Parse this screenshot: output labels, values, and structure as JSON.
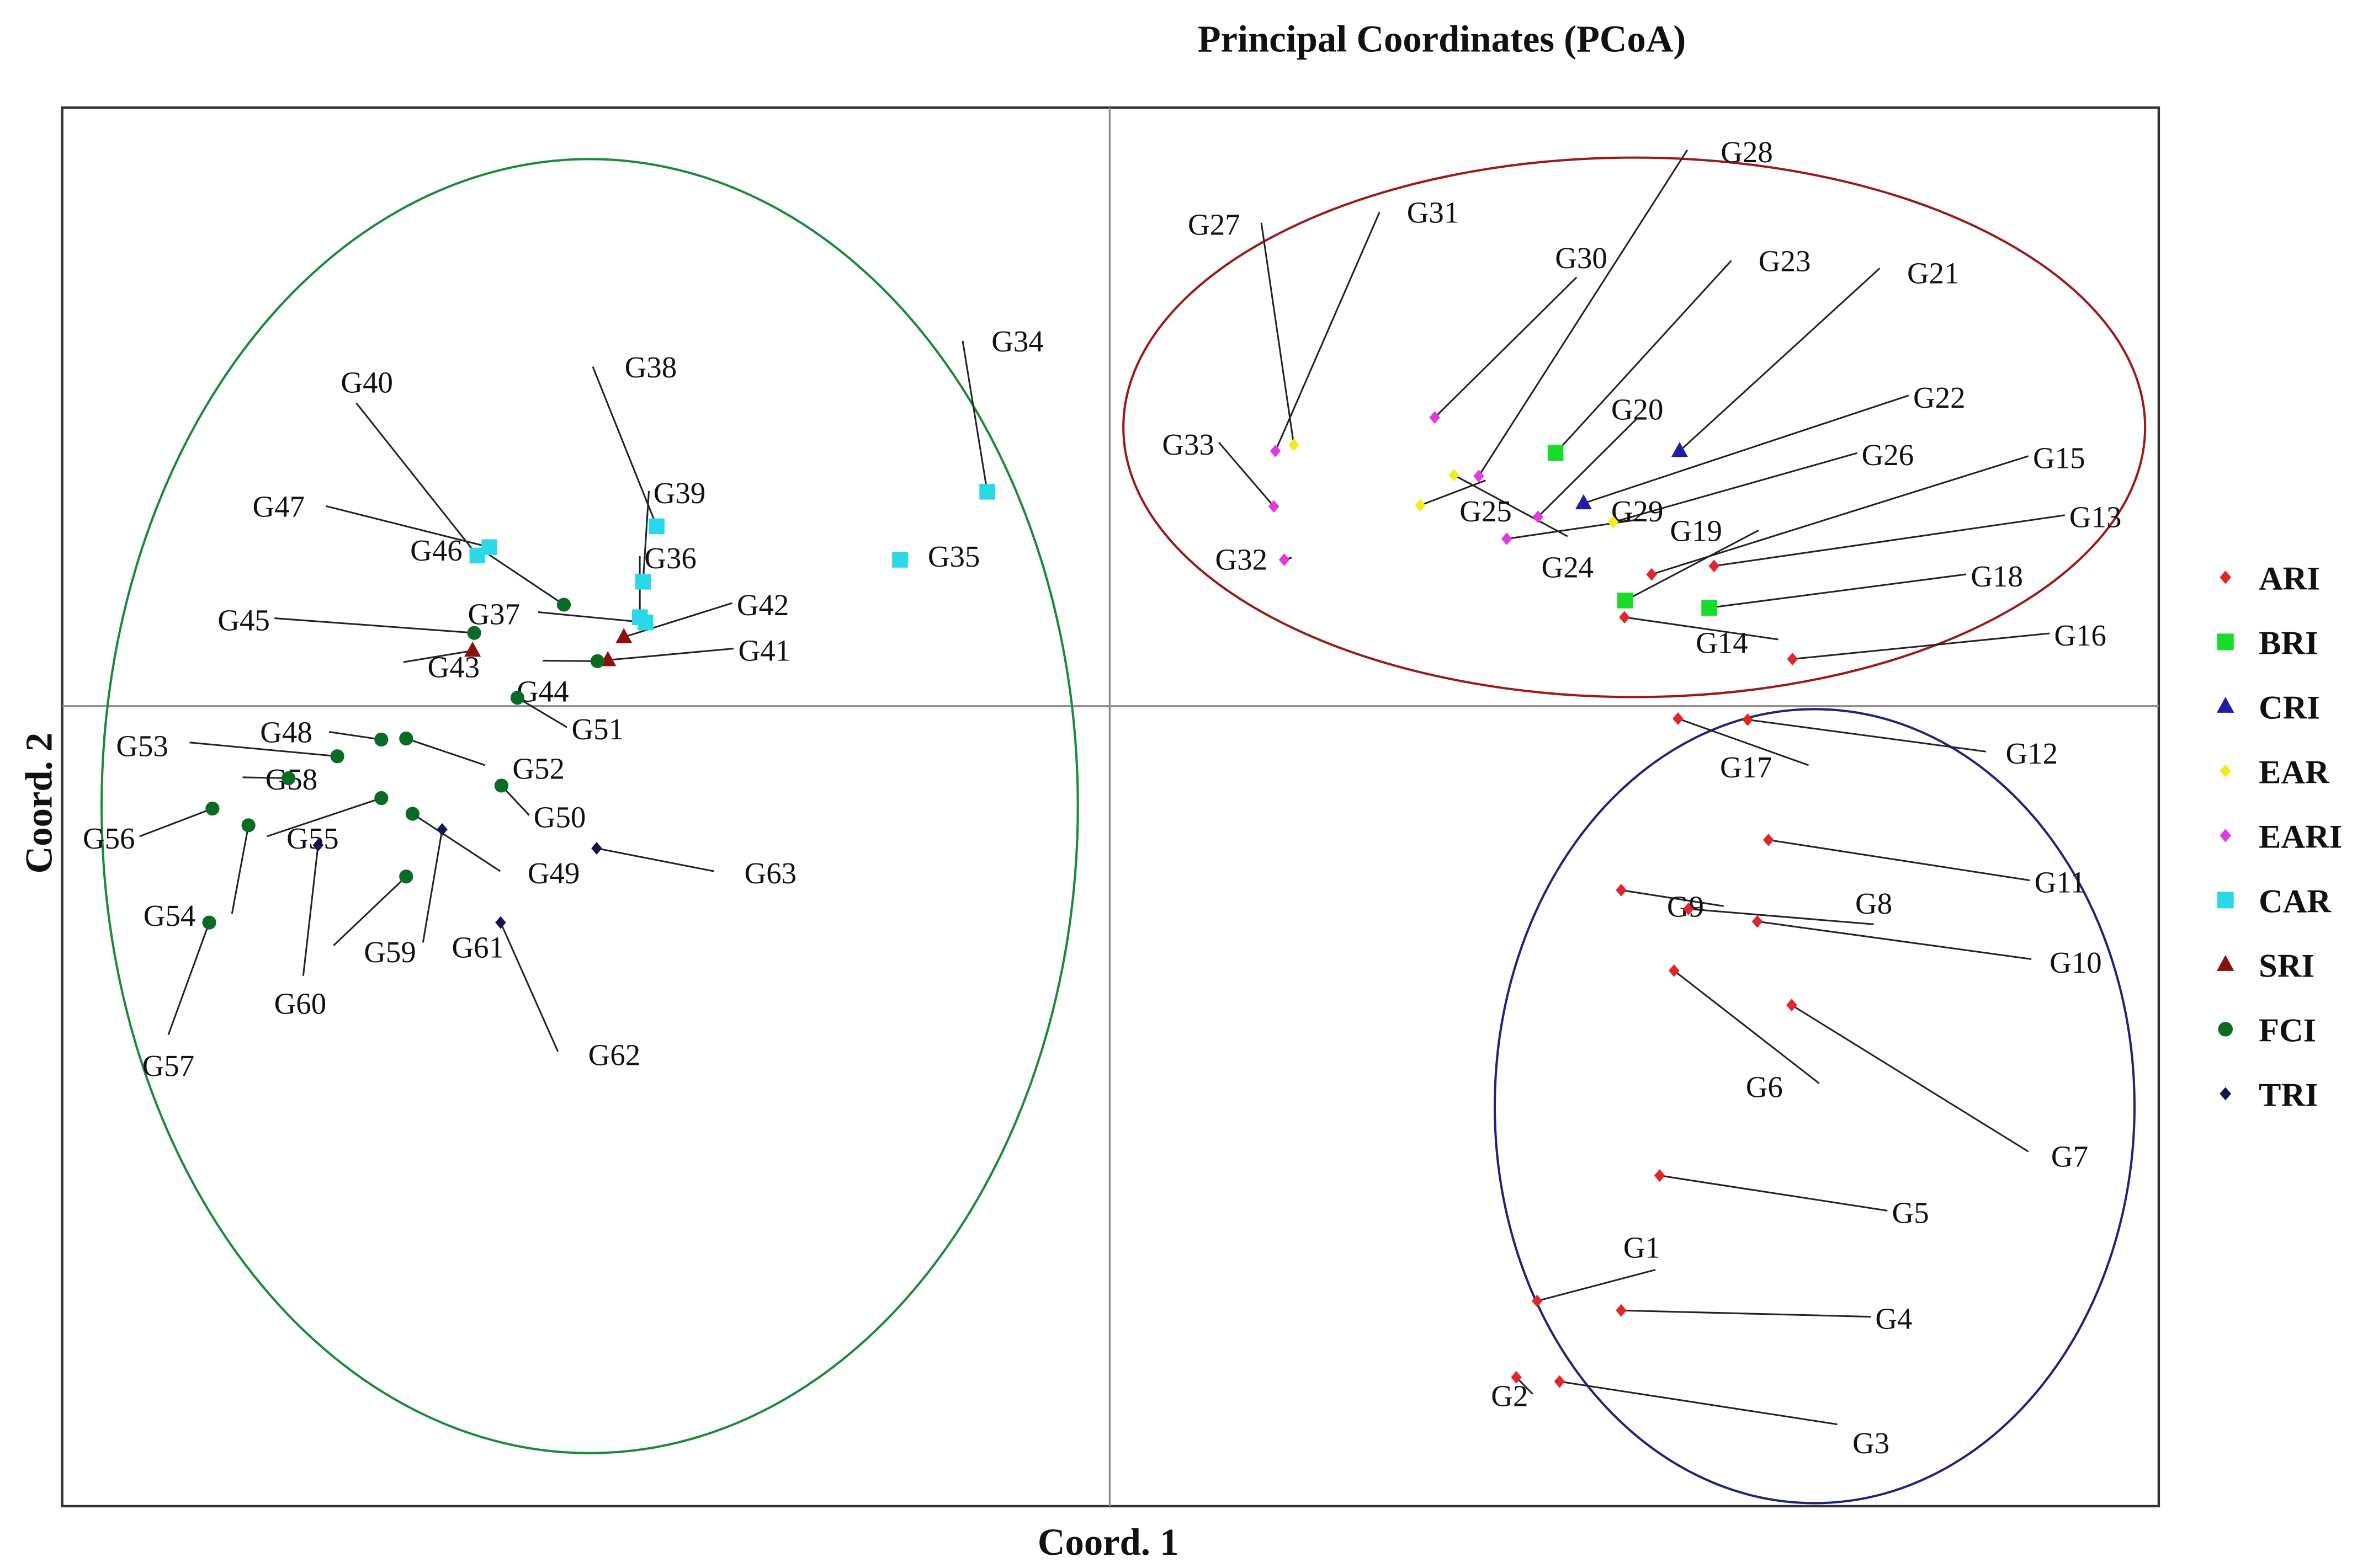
{
  "chart_data": {
    "type": "scatter",
    "title": "Principal  Coordinates  (PCoA)",
    "xlabel": "Coord. 1",
    "ylabel": "Coord. 2",
    "grid": false,
    "legend_position": "right",
    "series": [
      {
        "name": "ARI",
        "marker": "diamond",
        "color": "#e0262b",
        "points": [
          {
            "label": "G1",
            "x": 0.534,
            "y": -0.569
          },
          {
            "label": "G2",
            "x": 0.508,
            "y": -0.642
          },
          {
            "label": "G3",
            "x": 0.562,
            "y": -0.646
          },
          {
            "label": "G4",
            "x": 0.639,
            "y": -0.578
          },
          {
            "label": "G5",
            "x": 0.687,
            "y": -0.449
          },
          {
            "label": "G6",
            "x": 0.705,
            "y": -0.253
          },
          {
            "label": "G7",
            "x": 0.852,
            "y": -0.286
          },
          {
            "label": "G8",
            "x": 0.723,
            "y": -0.194
          },
          {
            "label": "G9",
            "x": 0.639,
            "y": -0.176
          },
          {
            "label": "G10",
            "x": 0.809,
            "y": -0.206
          },
          {
            "label": "G11",
            "x": 0.823,
            "y": -0.128
          },
          {
            "label": "G12",
            "x": 0.797,
            "y": -0.013
          },
          {
            "label": "G13",
            "x": 0.755,
            "y": 0.134
          },
          {
            "label": "G14",
            "x": 0.643,
            "y": 0.085
          },
          {
            "label": "G15",
            "x": 0.677,
            "y": 0.126
          },
          {
            "label": "G16",
            "x": 0.853,
            "y": 0.045
          },
          {
            "label": "G17",
            "x": 0.71,
            "y": -0.012
          }
        ]
      },
      {
        "name": "BRI",
        "marker": "square",
        "color": "#18dc2a",
        "points": [
          {
            "label": "G18",
            "x": 0.749,
            "y": 0.094
          },
          {
            "label": "G19",
            "x": 0.644,
            "y": 0.101
          },
          {
            "label": "G23",
            "x": 0.557,
            "y": 0.242
          }
        ]
      },
      {
        "name": "CRI",
        "marker": "triangle",
        "color": "#1e1ea0",
        "points": [
          {
            "label": "G21",
            "x": 0.712,
            "y": 0.244
          },
          {
            "label": "G22",
            "x": 0.592,
            "y": 0.194
          }
        ]
      },
      {
        "name": "EAR",
        "marker": "diamond",
        "color": "#f2ec1c",
        "points": [
          {
            "label": "G24",
            "x": 0.43,
            "y": 0.221
          },
          {
            "label": "G25",
            "x": 0.388,
            "y": 0.192
          },
          {
            "label": "G26",
            "x": 0.629,
            "y": 0.176
          },
          {
            "label": "G27",
            "x": 0.23,
            "y": 0.25
          }
        ]
      },
      {
        "name": "EARI",
        "marker": "diamond",
        "color": "#e03ae0",
        "points": [
          {
            "label": "G20",
            "x": 0.535,
            "y": 0.181
          },
          {
            "label": "G28",
            "x": 0.461,
            "y": 0.22
          },
          {
            "label": "G29",
            "x": 0.496,
            "y": 0.16
          },
          {
            "label": "G30",
            "x": 0.406,
            "y": 0.276
          },
          {
            "label": "G31",
            "x": 0.207,
            "y": 0.244
          },
          {
            "label": "G32",
            "x": 0.218,
            "y": 0.14
          },
          {
            "label": "G33",
            "x": 0.205,
            "y": 0.191
          }
        ]
      },
      {
        "name": "CAR",
        "marker": "square",
        "color": "#2ad8e8",
        "points": [
          {
            "label": "G34",
            "x": -0.153,
            "y": 0.205
          },
          {
            "label": "G35",
            "x": -0.262,
            "y": 0.14
          },
          {
            "label": "G36",
            "x": -0.587,
            "y": 0.085
          },
          {
            "label": "G37",
            "x": -0.58,
            "y": 0.08
          },
          {
            "label": "G38",
            "x": -0.566,
            "y": 0.172
          },
          {
            "label": "G39",
            "x": -0.583,
            "y": 0.119
          },
          {
            "label": "G40",
            "x": -0.79,
            "y": 0.144
          },
          {
            "label": "G47",
            "x": -0.775,
            "y": 0.152
          }
        ]
      },
      {
        "name": "SRI",
        "marker": "triangle",
        "color": "#8a1010",
        "points": [
          {
            "label": "G41",
            "x": -0.627,
            "y": 0.044
          },
          {
            "label": "G42",
            "x": -0.607,
            "y": 0.066
          },
          {
            "label": "G43",
            "x": -0.796,
            "y": 0.053
          }
        ]
      },
      {
        "name": "FCI",
        "marker": "circle",
        "color": "#0a6b24",
        "points": [
          {
            "label": "G44",
            "x": -0.64,
            "y": 0.043
          },
          {
            "label": "G45",
            "x": -0.794,
            "y": 0.07
          },
          {
            "label": "G46",
            "x": -0.682,
            "y": 0.097
          },
          {
            "label": "G48",
            "x": -0.91,
            "y": -0.032
          },
          {
            "label": "G49",
            "x": -0.871,
            "y": -0.103
          },
          {
            "label": "G50",
            "x": -0.76,
            "y": -0.076
          },
          {
            "label": "G51",
            "x": -0.74,
            "y": 0.008
          },
          {
            "label": "G52",
            "x": -0.879,
            "y": -0.031
          },
          {
            "label": "G53",
            "x": -0.965,
            "y": -0.048
          },
          {
            "label": "G54",
            "x": -1.076,
            "y": -0.114
          },
          {
            "label": "G55",
            "x": -0.91,
            "y": -0.088
          },
          {
            "label": "G56",
            "x": -1.121,
            "y": -0.098
          },
          {
            "label": "G57",
            "x": -1.125,
            "y": -0.207
          },
          {
            "label": "G58",
            "x": -1.026,
            "y": -0.069
          },
          {
            "label": "G59",
            "x": -0.879,
            "y": -0.163
          }
        ]
      },
      {
        "name": "TRI",
        "marker": "diamond",
        "color": "#14144e",
        "points": [
          {
            "label": "G60",
            "x": -0.989,
            "y": -0.133
          },
          {
            "label": "G61",
            "x": -0.834,
            "y": -0.118
          },
          {
            "label": "G62",
            "x": -0.761,
            "y": -0.207
          },
          {
            "label": "G63",
            "x": -0.641,
            "y": -0.136
          }
        ]
      }
    ]
  }
}
